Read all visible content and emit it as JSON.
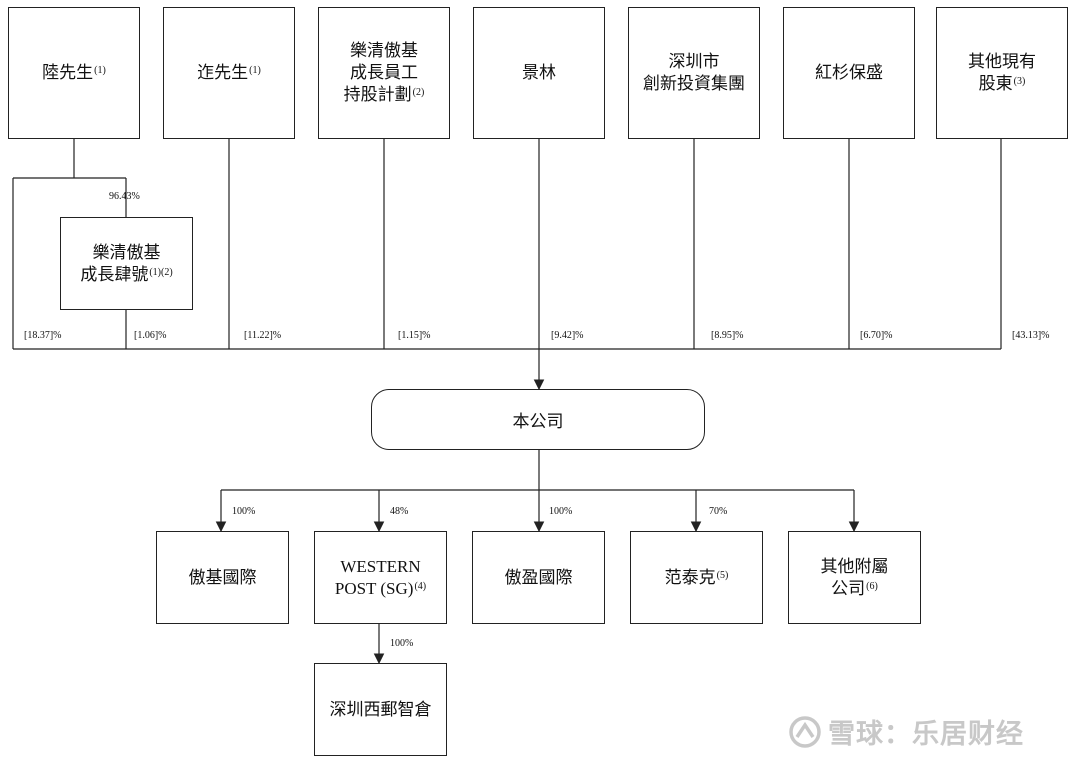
{
  "shareholders": [
    {
      "id": "lu",
      "lines": [
        "陸先生"
      ],
      "note": "(1)"
    },
    {
      "id": "lian",
      "lines": [
        "迮先生"
      ],
      "note": "(1)"
    },
    {
      "id": "esop",
      "lines": [
        "樂清傲基",
        "成長員工",
        "持股計劃"
      ],
      "note": "(2)"
    },
    {
      "id": "jinglin",
      "lines": [
        "景林"
      ],
      "note": ""
    },
    {
      "id": "szcg",
      "lines": [
        "深圳市",
        "創新投資集團"
      ],
      "note": ""
    },
    {
      "id": "hongshan",
      "lines": [
        "紅杉保盛"
      ],
      "note": ""
    },
    {
      "id": "others",
      "lines": [
        "其他現有",
        "股東"
      ],
      "note": "(3)"
    }
  ],
  "lu_holding": {
    "lines": [
      "樂清傲基",
      "成長肆號"
    ],
    "note": "(1)(2)",
    "ownership_pct": "96.43%"
  },
  "upstream_percentages": [
    "[18.37]%",
    "[1.06]%",
    "[11.22]%",
    "[1.15]%",
    "[9.42]%",
    "[8.95]%",
    "[6.70]%",
    "[43.13]%"
  ],
  "company": {
    "label": "本公司"
  },
  "subsidiaries": [
    {
      "id": "aoji",
      "lines": [
        "傲基國際"
      ],
      "note": "",
      "pct": "100%"
    },
    {
      "id": "western",
      "lines": [
        "WESTERN",
        "POST (SG)"
      ],
      "note": "(4)",
      "pct": "48%",
      "serif": true
    },
    {
      "id": "aoying",
      "lines": [
        "傲盈國際"
      ],
      "note": "",
      "pct": "100%"
    },
    {
      "id": "fantaike",
      "lines": [
        "范泰克"
      ],
      "note": "(5)",
      "pct": "70%"
    },
    {
      "id": "otherSubs",
      "lines": [
        "其他附屬",
        "公司"
      ],
      "note": "(6)",
      "pct": ""
    }
  ],
  "sub_subsidiary": {
    "lines": [
      "深圳西郵智倉"
    ],
    "note": "",
    "pct": "100%"
  },
  "watermark": {
    "text": "雪球：乐居财经"
  },
  "colors": {
    "line": "#222222",
    "watermark": "#c8c8c8"
  }
}
